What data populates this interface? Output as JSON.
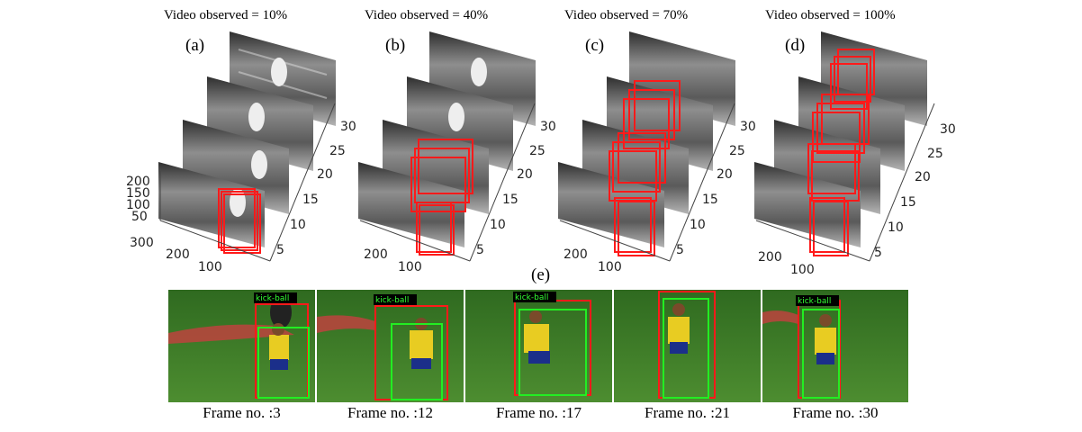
{
  "colors": {
    "detection_red": "#ff1a1a",
    "action_green": "#22ee22",
    "label_background": "#000000",
    "label_text": "#33ff33",
    "field_green": "#3d7a26",
    "jersey_yellow": "#e8cc22",
    "shorts_blue": "#1b2f8a"
  },
  "panels": [
    {
      "label": "(a)",
      "title": "Video observed = 10%",
      "frame_labels": [
        "30",
        "25",
        "20",
        "15",
        "10",
        "5"
      ],
      "height_labels": [
        "200",
        "150",
        "100",
        "50"
      ],
      "width_labels": [
        "300",
        "200",
        "100"
      ]
    },
    {
      "label": "(b)",
      "title": "Video observed = 40%",
      "frame_labels": [
        "30",
        "25",
        "20",
        "15",
        "10",
        "5"
      ],
      "width_labels": [
        "200",
        "100"
      ]
    },
    {
      "label": "(c)",
      "title": "Video observed = 70%",
      "frame_labels": [
        "30",
        "25",
        "20",
        "15",
        "10",
        "5"
      ],
      "width_labels": [
        "200",
        "100"
      ]
    },
    {
      "label": "(d)",
      "title": "Video observed = 100%",
      "frame_labels": [
        "30",
        "25",
        "20",
        "15",
        "10",
        "5"
      ],
      "width_labels": [
        "200",
        "100"
      ]
    }
  ],
  "filmstrip": {
    "label": "(e)",
    "action_tag": "kick-ball",
    "frames": [
      {
        "caption": "Frame no. :3",
        "tag": "kick-ball"
      },
      {
        "caption": "Frame no. :12",
        "tag": "kick-ball"
      },
      {
        "caption": "Frame no. :17",
        "tag": "kick-ball"
      },
      {
        "caption": "Frame no. :21",
        "tag": ""
      },
      {
        "caption": "Frame no. :30",
        "tag": "kick-ball"
      }
    ]
  }
}
